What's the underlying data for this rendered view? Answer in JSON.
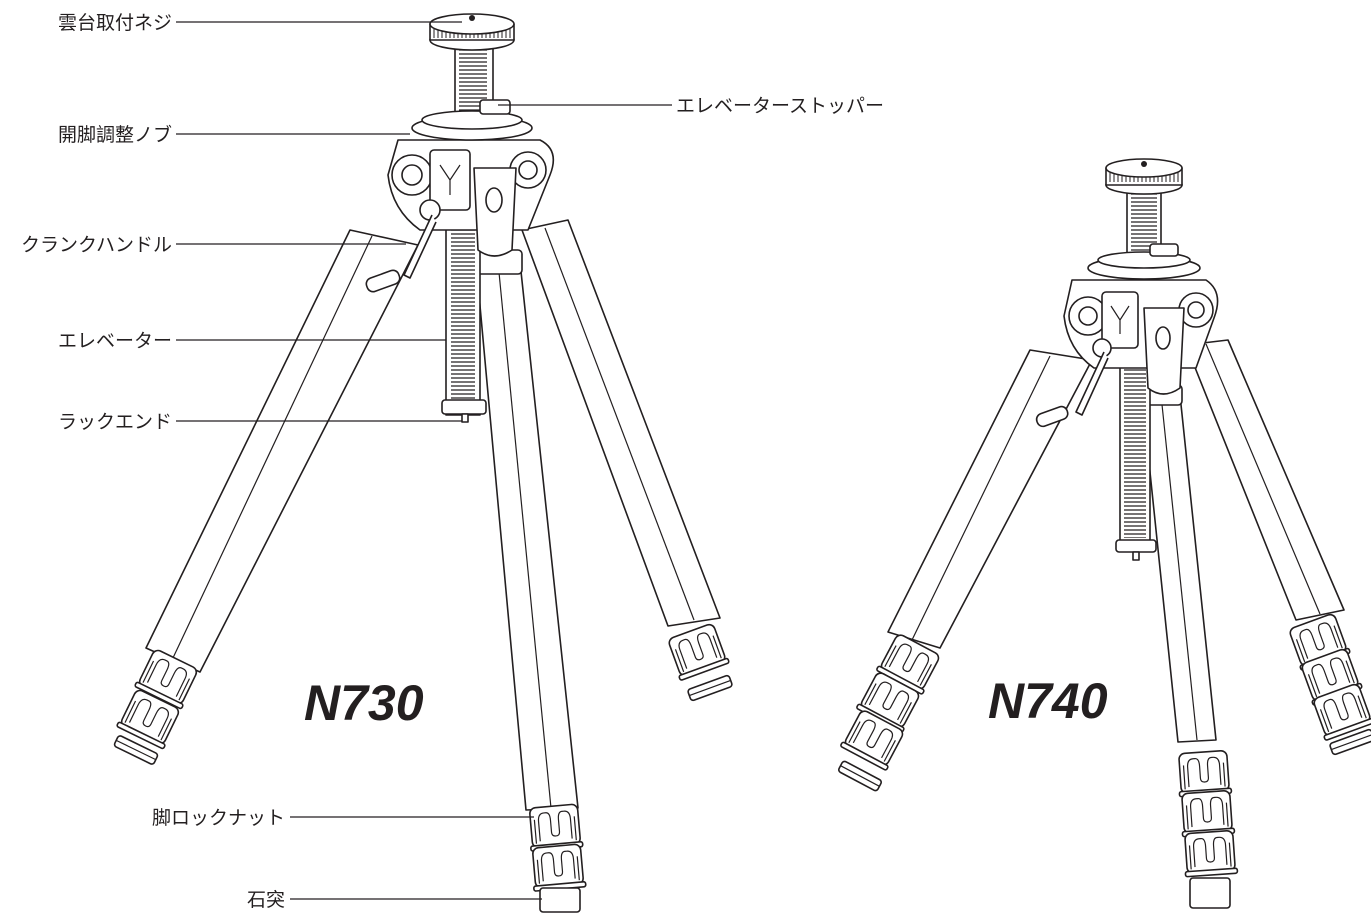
{
  "diagram": {
    "labels": {
      "head_mount_screw": "雲台取付ネジ",
      "elevator_stopper": "エレベーターストッパー",
      "leg_angle_knob": "開脚調整ノブ",
      "crank_handle": "クランクハンドル",
      "elevator": "エレベーター",
      "rack_end": "ラックエンド",
      "leg_lock_nut": "脚ロックナット",
      "stone_foot": "石突"
    },
    "models": {
      "left": "N730",
      "right": "N740"
    }
  }
}
